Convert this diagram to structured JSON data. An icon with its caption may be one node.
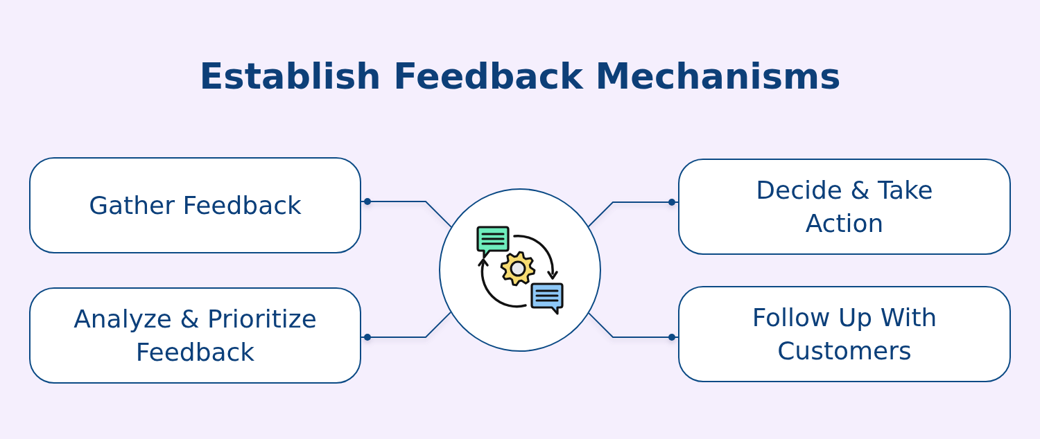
{
  "diagram": {
    "title": "Establish Feedback Mechanisms",
    "nodes": [
      {
        "text": [
          "Gather Feedback"
        ]
      },
      {
        "text": [
          "Decide & Take Action"
        ]
      },
      {
        "text": [],
        "shape": "circle"
      },
      {
        "text": [
          "Analyze & Prioritize Feedback"
        ]
      },
      {
        "text": [
          "Follow Up With Customers"
        ]
      }
    ],
    "edges": [
      {
        "from": 2,
        "to": 0,
        "arrow": "other"
      },
      {
        "from": 2,
        "to": 1,
        "arrow": "other"
      },
      {
        "from": 2,
        "to": 3,
        "arrow": "other"
      },
      {
        "from": 2,
        "to": 4,
        "arrow": "other"
      }
    ]
  }
}
